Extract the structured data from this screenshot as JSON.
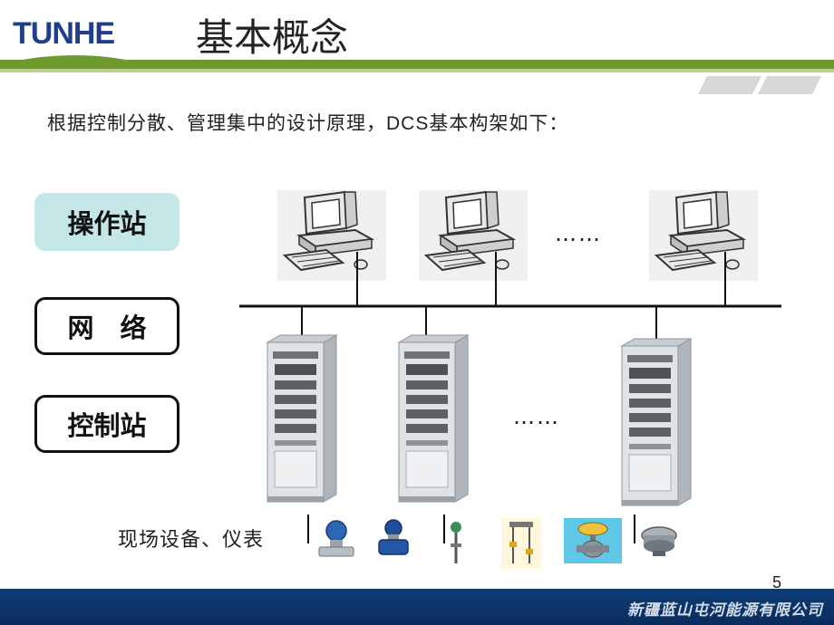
{
  "logo": {
    "text": "TUNHE"
  },
  "slide": {
    "title": "基本概念",
    "intro_prefix": "根据控制分散、管理集中的设计原理，",
    "intro_latin": "DCS",
    "intro_suffix": "基本构架如下：",
    "page_number": "5"
  },
  "layers": {
    "operator_station": "操作站",
    "network": "网　络",
    "control_station": "控制站"
  },
  "diagram": {
    "workstation_ellipsis": "……",
    "cabinet_ellipsis": "……",
    "field_label": "现场设备、仪表"
  },
  "footer": {
    "company": "新疆蓝山屯河能源有限公司"
  },
  "colors": {
    "logo_blue": "#1f3f8c",
    "header_green": "#6e9a2c",
    "operator_box_fill": "#c4e6e6",
    "footer_blue": "#0d3d77"
  }
}
